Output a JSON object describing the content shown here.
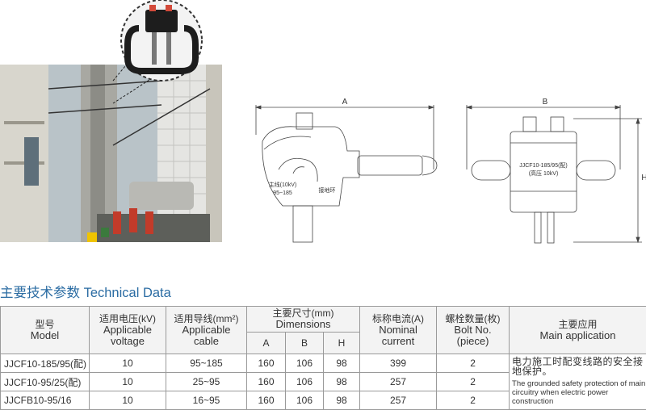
{
  "drawings": {
    "dim_A": "A",
    "dim_B": "B",
    "dim_H": "H",
    "side_label_main": "主线(10kV)",
    "side_label_range": "95~185",
    "side_label_ground": "接地环",
    "front_model": "JJCF10-185/95(配)",
    "front_voltage": "(高压 10kV)"
  },
  "section_title": "主要技术参数 Technical Data",
  "table": {
    "h_model_cn": "型号",
    "h_model_en": "Model",
    "h_voltage_cn": "适用电压(kV)",
    "h_voltage_en1": "Applicable",
    "h_voltage_en2": "voltage",
    "h_cable_cn": "适用导线(mm²)",
    "h_cable_en1": "Applicable",
    "h_cable_en2": "cable",
    "h_dim_cn": "主要尺寸(mm)",
    "h_dim_en": "Dimensions",
    "h_dim_a": "A",
    "h_dim_b": "B",
    "h_dim_h": "H",
    "h_current_cn": "标称电流(A)",
    "h_current_en1": "Nominal",
    "h_current_en2": "current",
    "h_bolt_cn": "螺栓数量(枚)",
    "h_bolt_en1": "Bolt No.",
    "h_bolt_en2": "(piece)",
    "h_app_cn": "主要应用",
    "h_app_en": "Main application",
    "rows": [
      {
        "model": "JJCF10-185/95(配)",
        "voltage": "10",
        "cable": "95~185",
        "a": "160",
        "b": "106",
        "h": "98",
        "current": "399",
        "bolts": "2"
      },
      {
        "model": "JJCF10-95/25(配)",
        "voltage": "10",
        "cable": "25~95",
        "a": "160",
        "b": "106",
        "h": "98",
        "current": "257",
        "bolts": "2"
      },
      {
        "model": "JJCFB10-95/16",
        "voltage": "10",
        "cable": "16~95",
        "a": "160",
        "b": "106",
        "h": "98",
        "current": "257",
        "bolts": "2"
      }
    ],
    "app_cn": "电力施工时配变线路的安全接地保护。",
    "app_en": "The grounded safety protection of main circuitry when electric power construction"
  }
}
